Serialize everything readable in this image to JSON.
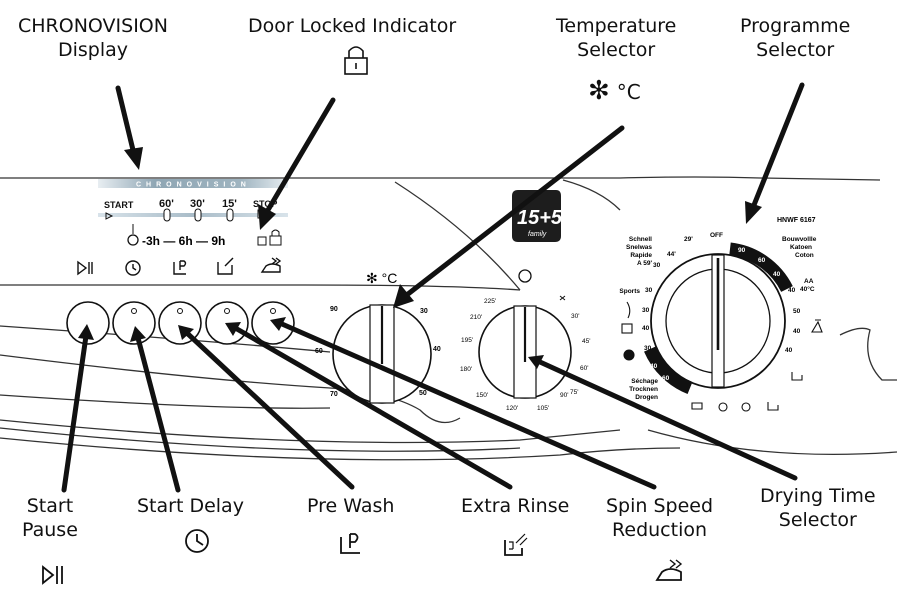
{
  "callouts": {
    "chronovision": [
      "CHRONOVISION",
      "Display"
    ],
    "door_locked": [
      "Door Locked Indicator"
    ],
    "temperature": [
      "Temperature",
      "Selector"
    ],
    "programme": [
      "Programme",
      "Selector"
    ],
    "start_pause": [
      "Start",
      "Pause"
    ],
    "start_delay": [
      "Start Delay"
    ],
    "pre_wash": [
      "Pre Wash"
    ],
    "extra_rinse": [
      "Extra Rinse"
    ],
    "spin_speed": [
      "Spin Speed",
      "Reduction"
    ],
    "drying_time": [
      "Drying Time",
      "Selector"
    ]
  },
  "temperature_unit": "°C",
  "display": {
    "title": "CHRONOVISION",
    "scale": [
      "START",
      "60'",
      "30'",
      "15'",
      "STOP"
    ],
    "delay": "-3h — 6h — 9h"
  },
  "badge": {
    "main": "15+5",
    "sub": "family"
  },
  "model": "HNWF 6167",
  "temp_dial": {
    "marks": [
      "90",
      "30",
      "60",
      "40",
      "70",
      "50"
    ]
  },
  "drying_dial": {
    "marks": [
      "225'",
      "30'",
      "210'",
      "45'",
      "195'",
      "60'",
      "180'",
      "75'",
      "150'",
      "90'",
      "120'",
      "105'"
    ]
  },
  "programme_dial": {
    "marks": [
      "OFF",
      "29'",
      "44'",
      "90",
      "60",
      "40",
      "40",
      "50",
      "40",
      "40",
      "30",
      "30",
      "30",
      "40",
      "30",
      "40",
      "60",
      "40"
    ],
    "labels": {
      "top_left": [
        "Schnell",
        "Snelwas",
        "Rapide",
        "A 59'"
      ],
      "sports": "Sports",
      "bottom_left": [
        "Séchage",
        "Trocknen",
        "Drogen"
      ],
      "top_right": [
        "Bouwvollle",
        "Katoen",
        "Coton"
      ],
      "aa": [
        "AA",
        "40°C"
      ]
    }
  }
}
